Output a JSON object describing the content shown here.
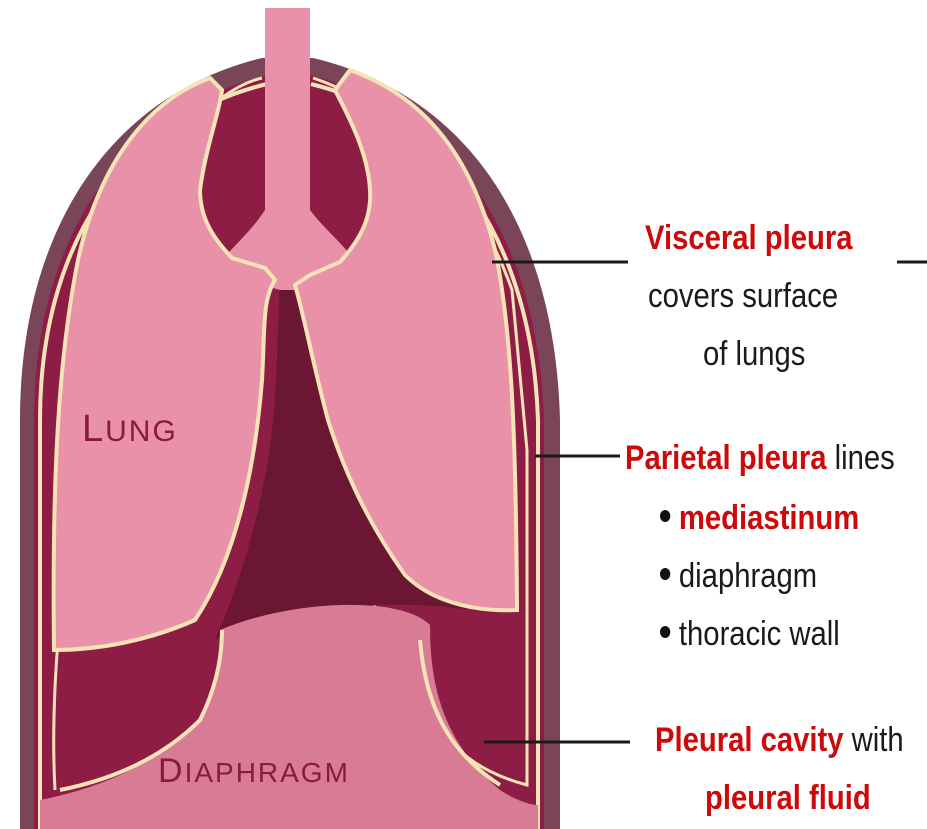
{
  "labels": {
    "lung": "Lung",
    "diaphragm": "Diaphragm"
  },
  "annotations": {
    "visceral": {
      "title": "Visceral pleura",
      "line1": "covers surface",
      "line2": "of lungs"
    },
    "parietal": {
      "title": "Parietal pleura",
      "suffix": " lines",
      "bullets": [
        "mediastinum",
        "diaphragm",
        "thoracic wall"
      ]
    },
    "cavity": {
      "title": "Pleural cavity",
      "suffix": " with",
      "line2": "pleural fluid"
    }
  },
  "colors": {
    "chest_wall": "#7a4558",
    "parietal_layer": "#8e1d45",
    "pleura_outline": "#f5e3b8",
    "lung": "#e891a8",
    "mediastinum": "#6b1734",
    "diaphragm": "#d87c96"
  }
}
